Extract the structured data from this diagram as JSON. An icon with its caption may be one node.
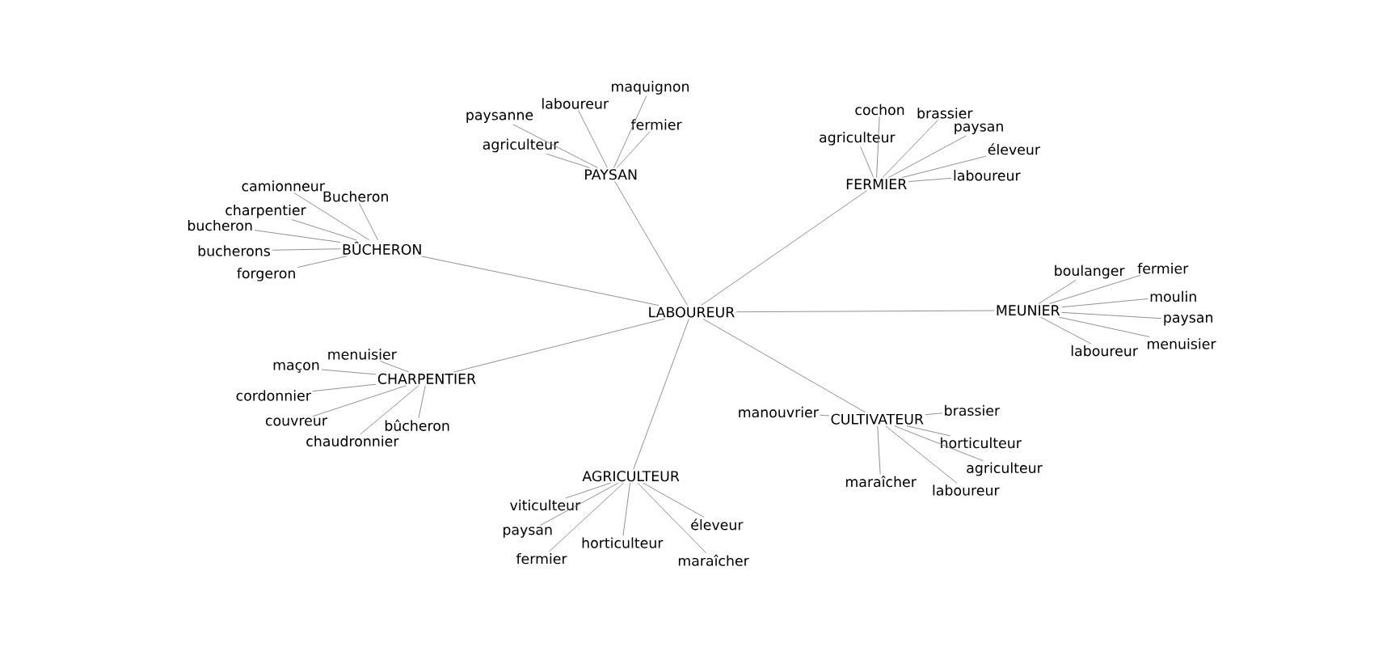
{
  "diagram": {
    "nodes": [
      {
        "text": [
          "LABOUREUR"
        ]
      },
      {
        "text": [
          "PAYSAN"
        ]
      },
      {
        "text": [
          "FERMIER"
        ]
      },
      {
        "text": [
          "BÛCHERON"
        ]
      },
      {
        "text": [
          "MEUNIER"
        ]
      },
      {
        "text": [
          "CHARPENTIER"
        ]
      },
      {
        "text": [
          "CULTIVATEUR"
        ]
      },
      {
        "text": [
          "AGRICULTEUR"
        ]
      },
      {
        "text": [
          "paysanne"
        ]
      },
      {
        "text": [
          "laboureur"
        ]
      },
      {
        "text": [
          "maquignon"
        ]
      },
      {
        "text": [
          "fermier"
        ]
      },
      {
        "text": [
          "agriculteur"
        ]
      },
      {
        "text": [
          "cochon"
        ]
      },
      {
        "text": [
          "brassier"
        ]
      },
      {
        "text": [
          "agriculteur"
        ]
      },
      {
        "text": [
          "paysan"
        ]
      },
      {
        "text": [
          "éleveur"
        ]
      },
      {
        "text": [
          "laboureur"
        ]
      },
      {
        "text": [
          "camionneur"
        ]
      },
      {
        "text": [
          "Bucheron"
        ]
      },
      {
        "text": [
          "charpentier"
        ]
      },
      {
        "text": [
          "bucheron"
        ]
      },
      {
        "text": [
          "bucherons"
        ]
      },
      {
        "text": [
          "forgeron"
        ]
      },
      {
        "text": [
          "boulanger"
        ]
      },
      {
        "text": [
          "fermier"
        ]
      },
      {
        "text": [
          "moulin"
        ]
      },
      {
        "text": [
          "paysan"
        ]
      },
      {
        "text": [
          "menuisier"
        ]
      },
      {
        "text": [
          "laboureur"
        ]
      },
      {
        "text": [
          "menuisier"
        ]
      },
      {
        "text": [
          "maçon"
        ]
      },
      {
        "text": [
          "cordonnier"
        ]
      },
      {
        "text": [
          "couvreur"
        ]
      },
      {
        "text": [
          "chaudronnier"
        ]
      },
      {
        "text": [
          "bûcheron"
        ]
      },
      {
        "text": [
          "manouvrier"
        ]
      },
      {
        "text": [
          "brassier"
        ]
      },
      {
        "text": [
          "horticulteur"
        ]
      },
      {
        "text": [
          "agriculteur"
        ]
      },
      {
        "text": [
          "maraîcher"
        ]
      },
      {
        "text": [
          "laboureur"
        ]
      },
      {
        "text": [
          "viticulteur"
        ]
      },
      {
        "text": [
          "paysan"
        ]
      },
      {
        "text": [
          "fermier"
        ]
      },
      {
        "text": [
          "horticulteur"
        ]
      },
      {
        "text": [
          "maraîcher"
        ]
      },
      {
        "text": [
          "éleveur"
        ]
      }
    ],
    "edges": [
      {
        "from": 0,
        "to": 1,
        "arrow": "none"
      },
      {
        "from": 0,
        "to": 2,
        "arrow": "none"
      },
      {
        "from": 0,
        "to": 3,
        "arrow": "none"
      },
      {
        "from": 0,
        "to": 4,
        "arrow": "none"
      },
      {
        "from": 0,
        "to": 5,
        "arrow": "none"
      },
      {
        "from": 0,
        "to": 6,
        "arrow": "none"
      },
      {
        "from": 0,
        "to": 7,
        "arrow": "none"
      },
      {
        "from": 1,
        "to": 8,
        "arrow": "none"
      },
      {
        "from": 1,
        "to": 9,
        "arrow": "none"
      },
      {
        "from": 1,
        "to": 10,
        "arrow": "none"
      },
      {
        "from": 1,
        "to": 11,
        "arrow": "none"
      },
      {
        "from": 1,
        "to": 12,
        "arrow": "none"
      },
      {
        "from": 2,
        "to": 13,
        "arrow": "none"
      },
      {
        "from": 2,
        "to": 14,
        "arrow": "none"
      },
      {
        "from": 2,
        "to": 15,
        "arrow": "none"
      },
      {
        "from": 2,
        "to": 16,
        "arrow": "none"
      },
      {
        "from": 2,
        "to": 17,
        "arrow": "none"
      },
      {
        "from": 2,
        "to": 18,
        "arrow": "none"
      },
      {
        "from": 3,
        "to": 19,
        "arrow": "none"
      },
      {
        "from": 3,
        "to": 20,
        "arrow": "none"
      },
      {
        "from": 3,
        "to": 21,
        "arrow": "none"
      },
      {
        "from": 3,
        "to": 22,
        "arrow": "none"
      },
      {
        "from": 3,
        "to": 23,
        "arrow": "none"
      },
      {
        "from": 3,
        "to": 24,
        "arrow": "none"
      },
      {
        "from": 4,
        "to": 25,
        "arrow": "none"
      },
      {
        "from": 4,
        "to": 26,
        "arrow": "none"
      },
      {
        "from": 4,
        "to": 27,
        "arrow": "none"
      },
      {
        "from": 4,
        "to": 28,
        "arrow": "none"
      },
      {
        "from": 4,
        "to": 29,
        "arrow": "none"
      },
      {
        "from": 4,
        "to": 30,
        "arrow": "none"
      },
      {
        "from": 5,
        "to": 31,
        "arrow": "none"
      },
      {
        "from": 5,
        "to": 32,
        "arrow": "none"
      },
      {
        "from": 5,
        "to": 33,
        "arrow": "none"
      },
      {
        "from": 5,
        "to": 34,
        "arrow": "none"
      },
      {
        "from": 5,
        "to": 35,
        "arrow": "none"
      },
      {
        "from": 5,
        "to": 36,
        "arrow": "none"
      },
      {
        "from": 6,
        "to": 37,
        "arrow": "none"
      },
      {
        "from": 6,
        "to": 38,
        "arrow": "none"
      },
      {
        "from": 6,
        "to": 39,
        "arrow": "none"
      },
      {
        "from": 6,
        "to": 40,
        "arrow": "none"
      },
      {
        "from": 6,
        "to": 41,
        "arrow": "none"
      },
      {
        "from": 6,
        "to": 42,
        "arrow": "none"
      },
      {
        "from": 7,
        "to": 43,
        "arrow": "none"
      },
      {
        "from": 7,
        "to": 44,
        "arrow": "none"
      },
      {
        "from": 7,
        "to": 45,
        "arrow": "none"
      },
      {
        "from": 7,
        "to": 46,
        "arrow": "none"
      },
      {
        "from": 7,
        "to": 47,
        "arrow": "none"
      },
      {
        "from": 7,
        "to": 48,
        "arrow": "none"
      }
    ]
  }
}
